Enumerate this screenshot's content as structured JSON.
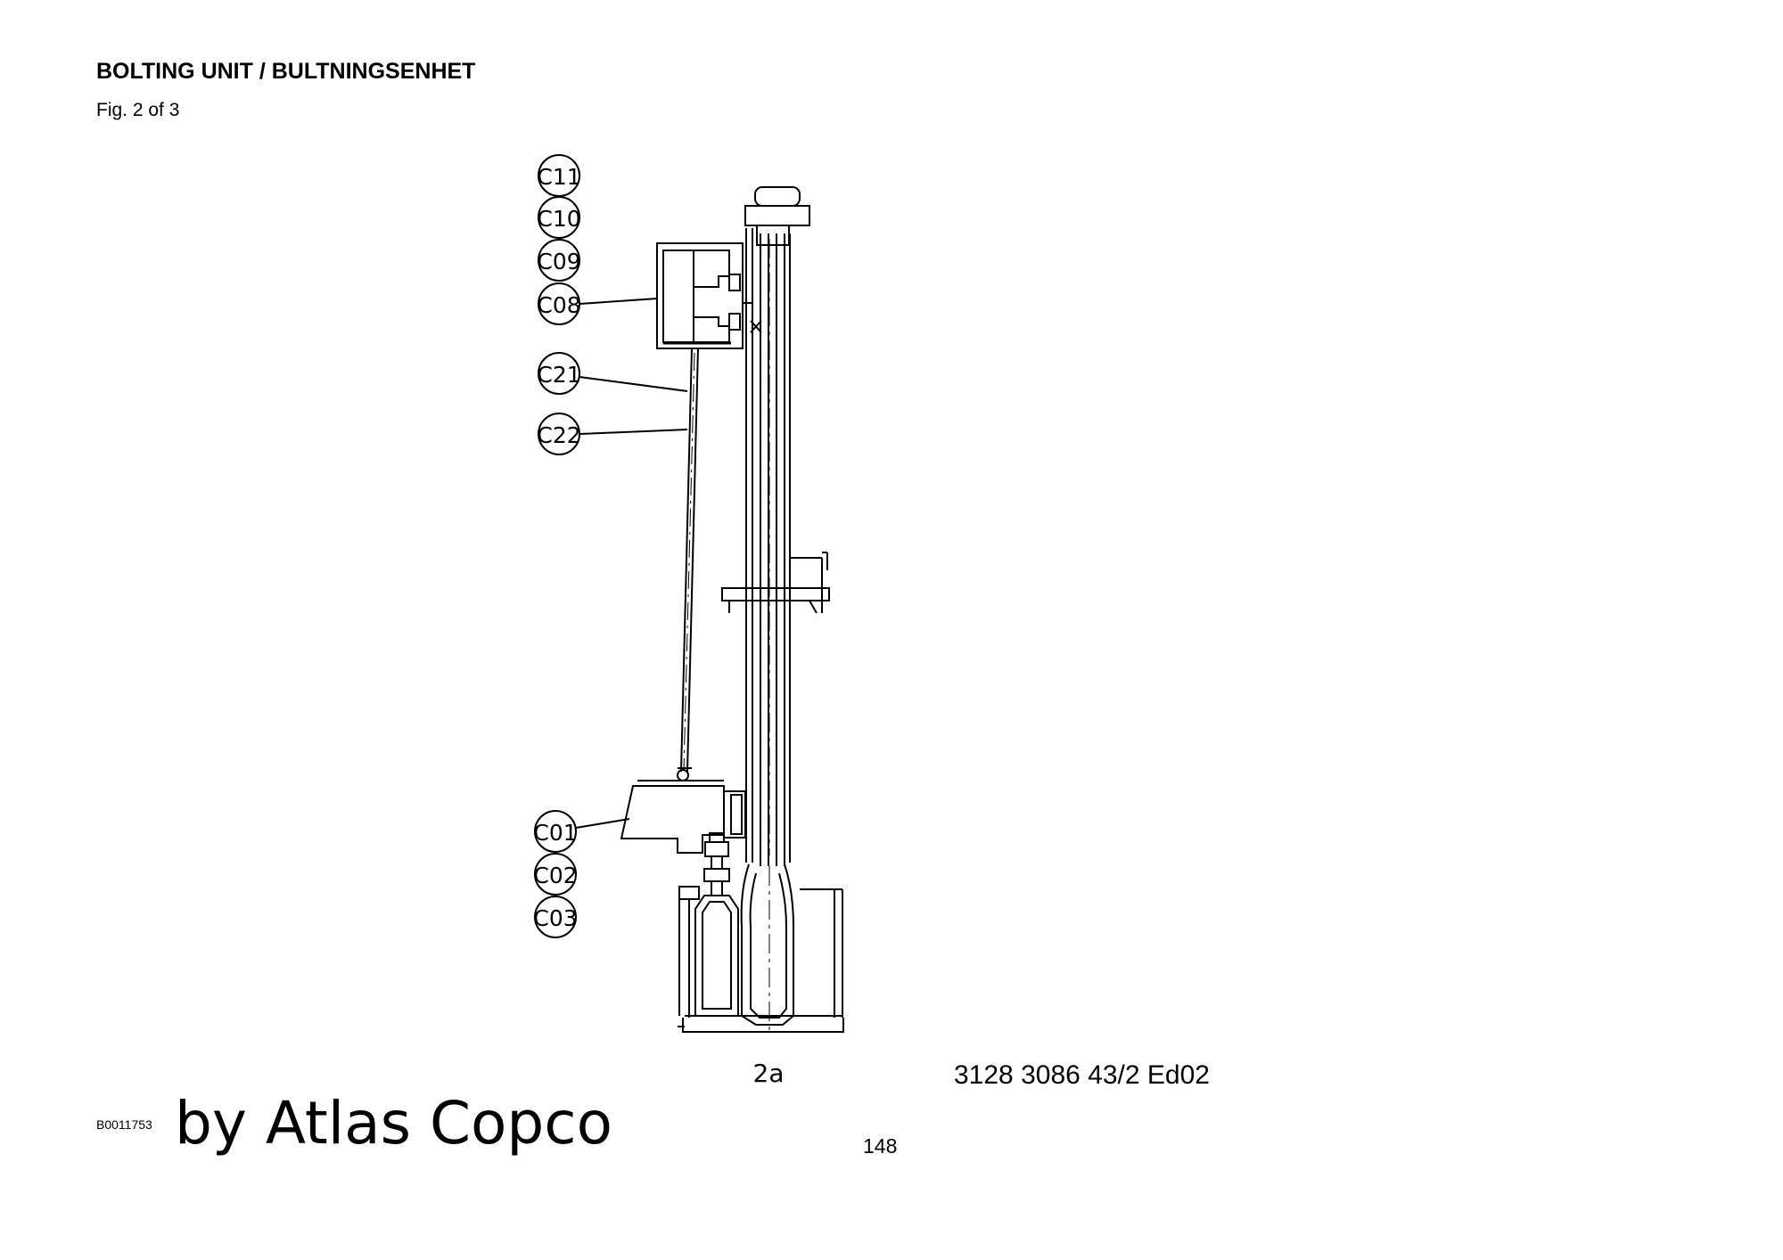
{
  "header": {
    "title": "BOLTING UNIT / BULTNINGSENHET",
    "subtitle": "Fig. 2 of 3"
  },
  "diagram": {
    "callouts": [
      "C11",
      "C10",
      "C09",
      "C08",
      "C21",
      "C22",
      "C01",
      "C02",
      "C03"
    ],
    "view_label": "2a"
  },
  "footer": {
    "image_id": "B0011753",
    "brand": "by Atlas Copco",
    "doc_number": "3128 3086 43/2  Ed02",
    "page_number": "148"
  }
}
